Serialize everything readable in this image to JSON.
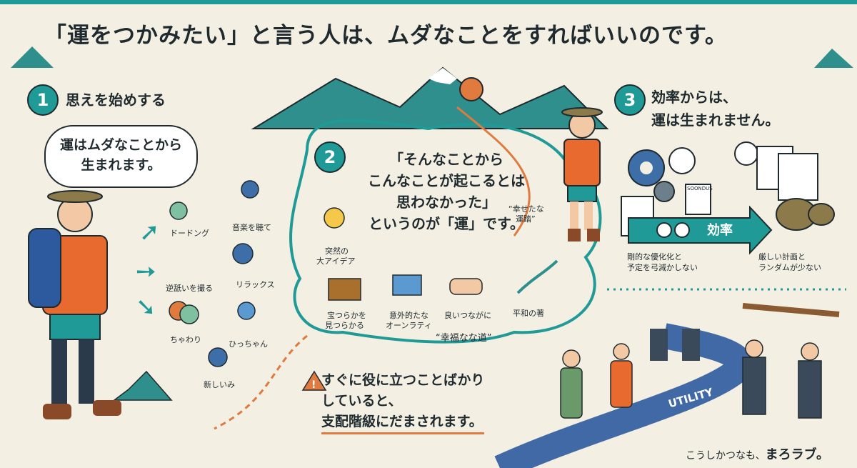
{
  "title": "「運をつかみたい」と言う人は、ムダなことをすればいいのです。",
  "section1": {
    "number": "1",
    "heading": "思えを始めする",
    "bubble": [
      "運はムダなことから",
      "生まれます。"
    ],
    "items": [
      "ドードング",
      "音楽を聴て",
      "逆舐いを撮る",
      "リラックス",
      "ちゃわり",
      "ひっちゃん",
      "新しいみ"
    ]
  },
  "section2": {
    "number": "2",
    "quote": [
      "「そんなことから",
      "こんなことが起こるとは",
      "思わなかった」",
      "というのが「運」です。"
    ],
    "items": [
      "突然の",
      "大アイデア",
      "宝つらかを",
      "見つらかる",
      "意外的たな",
      "オーンラティ",
      "良いつながに",
      "平和の著"
    ],
    "tag1": "“幸せたな",
    "tag1b": "運踏”",
    "tag2": "“幸福なな道”"
  },
  "section3": {
    "number": "3",
    "heading": [
      "効率からは、",
      "運は生まれません。"
    ],
    "arrow_label": "効率",
    "left_caption": [
      "剛的な優化化と",
      "予定を弓減かしない"
    ],
    "right_caption": [
      "厳しい計画と",
      "ランダムが少ない"
    ],
    "calendar_label": "SOONDUS"
  },
  "warning": [
    "すぐに役に立つことばかり",
    "していると、",
    "支配階級にだまされます。"
  ],
  "road_label": "UTILITY",
  "signature": "こうしかつなも、",
  "signature_brand": "まろラブ。",
  "colors": {
    "teal": "#1f9a96",
    "orange": "#e07a3f",
    "bg": "#f3efe3",
    "navy": "#2d5a9e"
  }
}
